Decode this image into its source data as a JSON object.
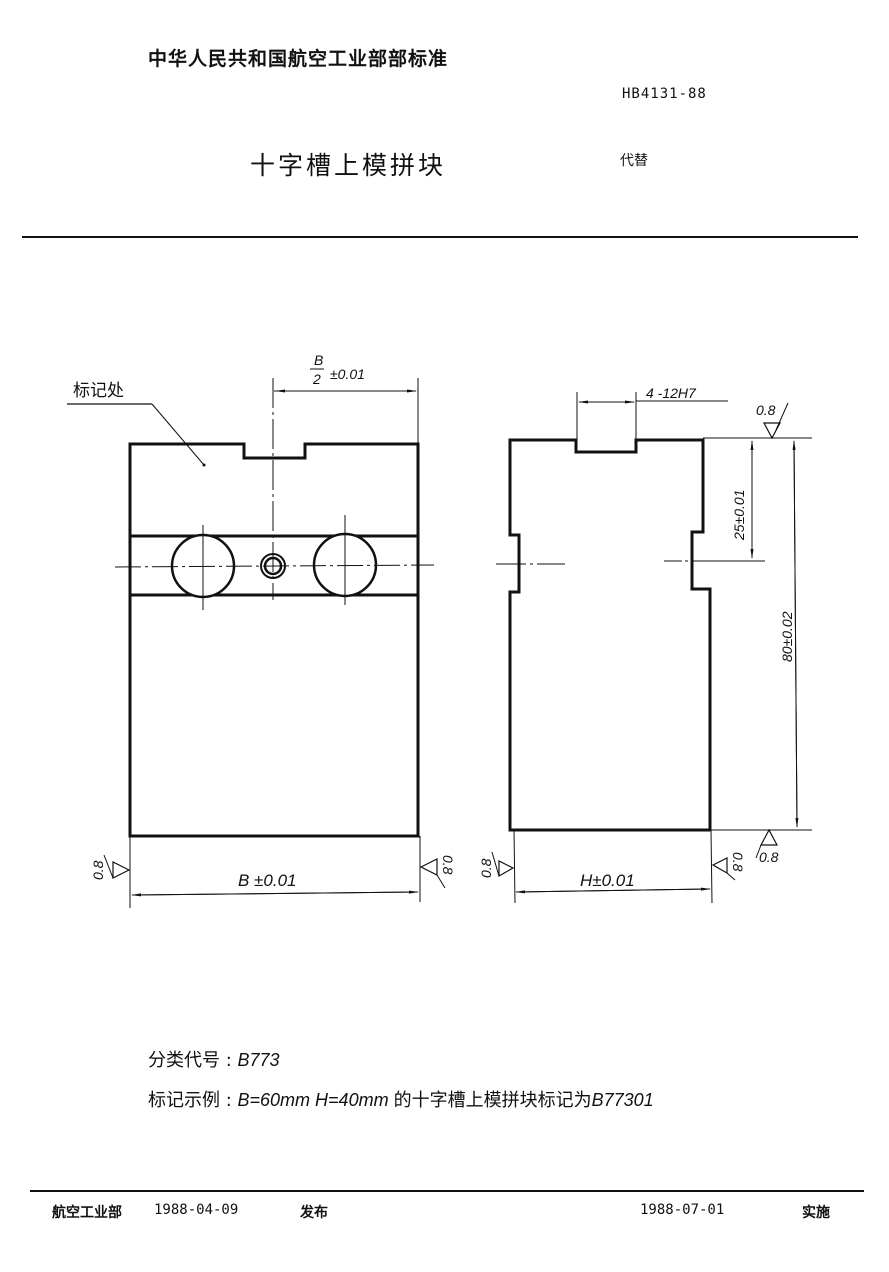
{
  "header": {
    "organization": "中华人民共和国航空工业部部标准",
    "standard_code": "HB4131-88",
    "title": "十字槽上模拼块",
    "replaces_label": "代替"
  },
  "drawing": {
    "marking_label": "标记处",
    "front_view": {
      "half_width_dim": "B/2 ±0.01",
      "half_width_numerator": "B",
      "half_width_denominator": "2",
      "half_width_tol": "±0.01",
      "width_dim": "B ±0.01",
      "roughness_left": "0.8",
      "roughness_right": "0.8"
    },
    "side_view": {
      "slot_dim": "4 -12H7",
      "top_offset_dim": "25±0.01",
      "height_dim": "80±0.02",
      "thickness_dim": "H±0.01",
      "roughness_top": "0.8",
      "roughness_bottom": "0.8",
      "roughness_left": "0.8",
      "roughness_right": "0.8"
    }
  },
  "notes": {
    "class_code_label": "分类代号",
    "class_code_value": "B773",
    "marking_example_label": "标记示例",
    "marking_example_params": "B=60mm  H=40mm",
    "marking_example_text": "的十字槽上模拼块标记为",
    "marking_example_code": "B77301"
  },
  "footer": {
    "issuer": "航空工业部",
    "issue_date": "1988-04-09",
    "issue_label": "发布",
    "implementation_date": "1988-07-01",
    "implementation_label": "实施"
  }
}
